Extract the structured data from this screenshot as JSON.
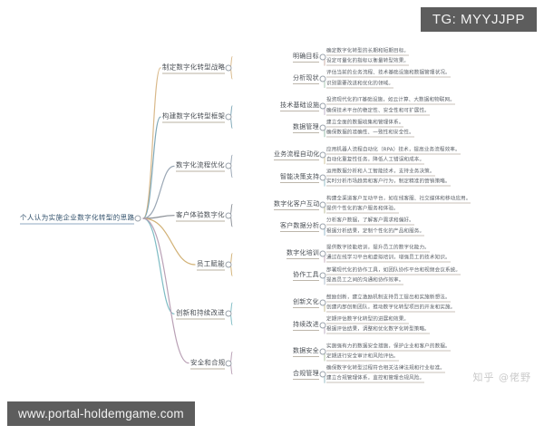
{
  "meta": {
    "telegram_badge": "TG: MYYJJPP",
    "url_badge": "www.portal-holdemgame.com",
    "watermark": "知乎 @佬野"
  },
  "mindmap": {
    "root": "个人认为实施企业数字化转型的思路",
    "branches": [
      {
        "label": "制定数字化转型战略",
        "color": "#d9b98a",
        "children": [
          {
            "label": "明确目标",
            "color": "#c9a9a0",
            "leaves": [
              "确定数字化转型的长期和短期目标。",
              "设定可量化的指标以衡量转型效果。"
            ]
          },
          {
            "label": "分析现状",
            "color": "#9fc2ae",
            "leaves": [
              "评估当前的业务流程、技术基础设施和数据管理状况。",
              "识别需要改进和优化的领域。"
            ]
          }
        ]
      },
      {
        "label": "构建数字化转型框架",
        "color": "#7fa8b8",
        "children": [
          {
            "label": "技术基础设施",
            "color": "#b9a8c4",
            "leaves": [
              "投资现代化的IT基础设施，如云计算、大数据和物联网。",
              "确保技术平台的稳定性、安全性和可扩展性。"
            ]
          },
          {
            "label": "数据管理",
            "color": "#8fb8a6",
            "leaves": [
              "建立全面的数据收集和管理体系。",
              "确保数据的准确性、一致性和安全性。"
            ]
          }
        ]
      },
      {
        "label": "数字化流程优化",
        "color": "#9aa7b5",
        "children": [
          {
            "label": "业务流程自动化",
            "color": "#cbbf93",
            "leaves": [
              "应用机器人流程自动化（RPA）技术，提高业务流程效率。",
              "自动化重复性任务，降低人工错误和成本。"
            ]
          },
          {
            "label": "智能决策支持",
            "color": "#8cb9c4",
            "leaves": [
              "运用数据分析和人工智能技术，支持业务决策。",
              "实时分析市场趋势和客户行为，制定精准的营销策略。"
            ]
          }
        ]
      },
      {
        "label": "客户体验数字化",
        "color": "#8a8f96",
        "children": [
          {
            "label": "数字化客户互动",
            "color": "#b5b58f",
            "leaves": [
              "构建全渠道客户互动平台，如在线客服、社交媒体和移动应用。",
              "提供个性化的客户服务和体验。"
            ]
          },
          {
            "label": "客户数据分析",
            "color": "#8fb4c9",
            "leaves": [
              "分析客户数据，了解客户需求和偏好。",
              "根据分析结果，定制个性化的产品和服务。"
            ]
          }
        ]
      },
      {
        "label": "员工赋能",
        "color": "#d2b277",
        "children": [
          {
            "label": "数字化培训",
            "color": "#c0a3b5",
            "leaves": [
              "提供数字技能培训，提升员工的数字化能力。",
              "通过在线学习平台和虚拟培训，增强员工的技术知识。"
            ]
          },
          {
            "label": "协作工具",
            "color": "#a9b8c9",
            "leaves": [
              "部署现代化的协作工具，如团队协作平台和视频会议系统。",
              "提高员工之间的沟通和协作效率。"
            ]
          }
        ]
      },
      {
        "label": "创新和持续改进",
        "color": "#7ebcc4",
        "children": [
          {
            "label": "创新文化",
            "color": "#c6bb8d",
            "leaves": [
              "鼓励创新，建立激励机制支持员工提出和实施新想法。",
              "创建内部创新团队，推动数字化转型项目的开发和实施。"
            ]
          },
          {
            "label": "持续改进",
            "color": "#b8a7bd",
            "leaves": [
              "定期评估数字化转型的进展和效果。",
              "根据评估结果，调整和优化数字化转型策略。"
            ]
          }
        ]
      },
      {
        "label": "安全和合规",
        "color": "#b9a0b5",
        "children": [
          {
            "label": "数据安全",
            "color": "#a8bf9a",
            "leaves": [
              "实施强有力的数据安全措施，保护企业和客户的数据。",
              "定期进行安全审计和风险评估。"
            ]
          },
          {
            "label": "合规管理",
            "color": "#8fb7bf",
            "leaves": [
              "确保数字化转型过程符合相关法律法规和行业标准。",
              "建立合规管理体系，监控和管理合规风险。"
            ]
          }
        ]
      }
    ]
  }
}
